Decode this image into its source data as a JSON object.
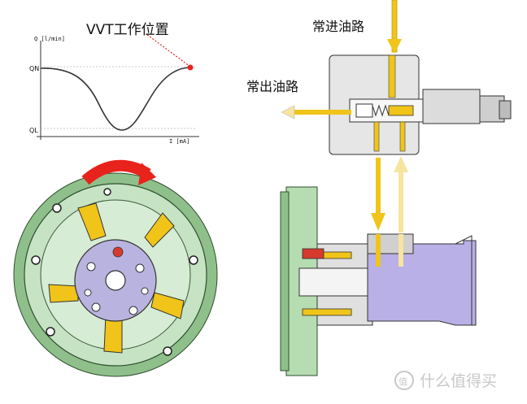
{
  "labels": {
    "vvt_position": "VVT工作位置",
    "inlet_oil_path": "常进油路",
    "outlet_oil_path": "常出油路"
  },
  "chart": {
    "y_axis_label": "Q [l/min]",
    "x_axis_label": "I [mA]",
    "y_tick_top": "QN",
    "y_tick_bottom": "QL"
  },
  "watermark": {
    "text": "什么值得买",
    "logo_glyph": "值"
  },
  "colors": {
    "gear_green": "#c6e3c4",
    "oil_yellow": "#f0c419",
    "arrow_red": "#e8231c",
    "hub_lavender": "#b9b3e0",
    "body_blue": "#b8b0e6"
  }
}
